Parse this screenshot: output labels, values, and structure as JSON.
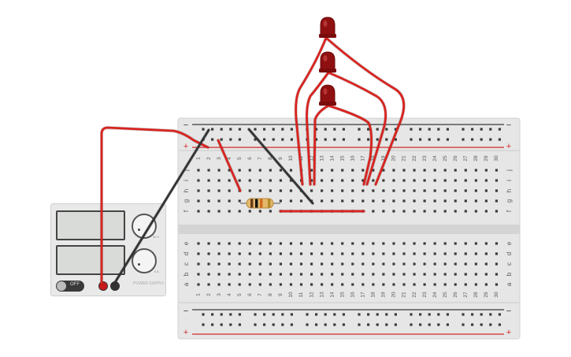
{
  "breadboard": {
    "column_numbers": [
      "1",
      "2",
      "3",
      "4",
      "5",
      "6",
      "7",
      "8",
      "9",
      "10",
      "11",
      "12",
      "13",
      "14",
      "15",
      "16",
      "17",
      "18",
      "19",
      "20",
      "21",
      "22",
      "23",
      "24",
      "25",
      "26",
      "27",
      "28",
      "29",
      "30"
    ],
    "row_letters_top": [
      "j",
      "i",
      "h",
      "g",
      "f"
    ],
    "row_letters_bottom": [
      "e",
      "d",
      "c",
      "b",
      "a"
    ],
    "rail_minus": "−",
    "rail_plus": "+"
  },
  "power_supply": {
    "off_label": "OFF",
    "knob_scale_1": "30 V",
    "knob_scale_2": "5 A",
    "brand": "POWER SUPPLY"
  },
  "colors": {
    "board": "#e6e6e6",
    "hole": "#3c3c3c",
    "rail_red": "#d42a2a",
    "wire_red": "#d9231f",
    "wire_black": "#333333",
    "led": "#8e1010"
  }
}
